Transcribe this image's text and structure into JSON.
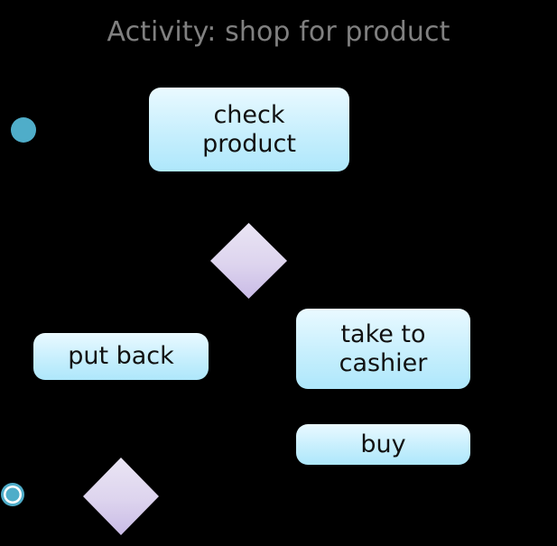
{
  "diagram": {
    "title": "Activity: shop for product",
    "type": "uml-activity-diagram",
    "background_color": "#000000",
    "title_color": "#808080",
    "palette": {
      "action_fill_top": "#ebfaff",
      "action_fill_bottom": "#aee7fb",
      "decision_fill_top": "#e6e0f2",
      "decision_fill_bottom": "#cdbfe8",
      "control_node_color": "#4fadc9",
      "final_node_inner_ring": "#ffffff",
      "text_color": "#111111"
    },
    "nodes": [
      {
        "id": "start",
        "kind": "initial-node",
        "label": "",
        "shape": "filled-circle",
        "color": "#4fadc9"
      },
      {
        "id": "check-product",
        "kind": "action",
        "label": "check product",
        "label_lines": [
          "check",
          "product"
        ],
        "shape": "rounded-rectangle"
      },
      {
        "id": "decision-1",
        "kind": "decision",
        "label": "",
        "shape": "diamond"
      },
      {
        "id": "put-back",
        "kind": "action",
        "label": "put back",
        "label_lines": [
          "put back"
        ],
        "shape": "rounded-rectangle"
      },
      {
        "id": "take-to-cashier",
        "kind": "action",
        "label": "take to cashier",
        "label_lines": [
          "take to",
          "cashier"
        ],
        "shape": "rounded-rectangle"
      },
      {
        "id": "buy",
        "kind": "action",
        "label": "buy",
        "label_lines": [
          "buy"
        ],
        "shape": "rounded-rectangle"
      },
      {
        "id": "decision-2",
        "kind": "decision",
        "label": "",
        "shape": "diamond"
      },
      {
        "id": "end",
        "kind": "final-node",
        "label": "",
        "shape": "circle-in-ring",
        "color": "#4fadc9"
      }
    ]
  }
}
